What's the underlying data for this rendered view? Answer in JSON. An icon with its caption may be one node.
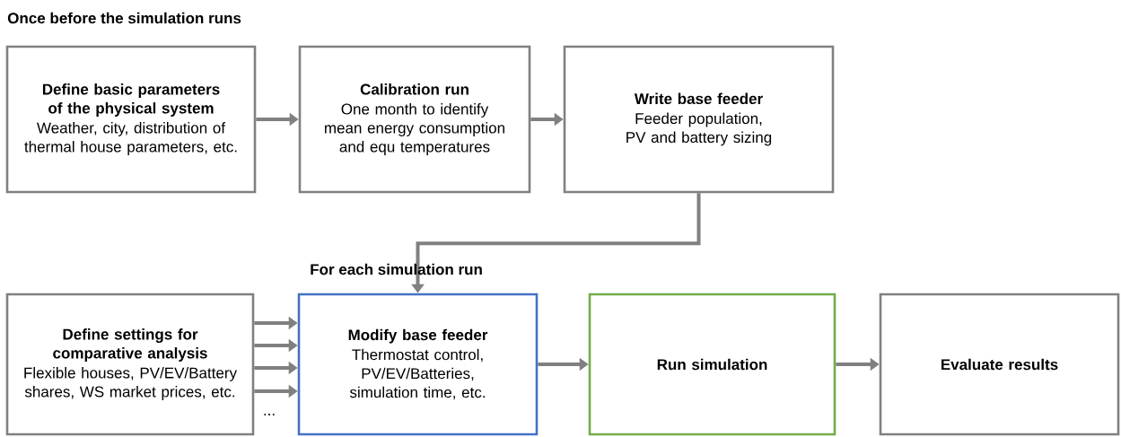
{
  "diagram": {
    "nodes": [
      {
        "text": [
          "Define basic parameters of the physical system",
          "Weather, city, distribution of thermal house parameters, etc."
        ]
      },
      {
        "text": [
          "Calibration run",
          "One month to identify mean energy consumption and equ temperatures"
        ]
      },
      {
        "text": [
          "Write base feeder",
          "Feeder population, PV and battery sizing"
        ]
      },
      {
        "text": [
          "Define settings for comparative analysis",
          "Flexible houses, PV/EV/Battery shares, WS market prices, etc."
        ]
      },
      {
        "text": [
          "Modify base feeder",
          "Thermostat control, PV/EV/Batteries, simulation time, etc."
        ]
      },
      {
        "text": [
          "Run simulation"
        ]
      },
      {
        "text": [
          "Evaluate results"
        ]
      }
    ],
    "edges": [
      {
        "from": 0,
        "to": 1,
        "arrow": "to"
      },
      {
        "from": 1,
        "to": 2,
        "arrow": "to"
      },
      {
        "from": 2,
        "to": 4,
        "arrow": "to"
      },
      {
        "from": 3,
        "to": 4,
        "arrow": "to"
      },
      {
        "from": 3,
        "to": 4,
        "arrow": "to"
      },
      {
        "from": 3,
        "to": 4,
        "arrow": "to"
      },
      {
        "from": 3,
        "to": 4,
        "arrow": "to"
      },
      {
        "from": 4,
        "to": 5,
        "arrow": "to"
      },
      {
        "from": 5,
        "to": 6,
        "arrow": "to"
      }
    ],
    "labels": [
      "Once before the simulation runs",
      "For each simulation run",
      "..."
    ]
  }
}
